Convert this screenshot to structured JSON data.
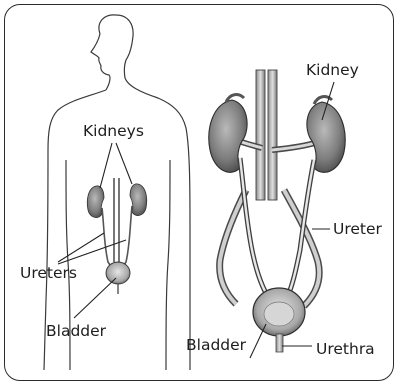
{
  "diagram": {
    "labels": {
      "kidneys": "Kidneys",
      "ureters": "Ureters",
      "bladder_left": "Bladder",
      "kidney": "Kidney",
      "ureter": "Ureter",
      "bladder_right": "Bladder",
      "urethra": "Urethra"
    }
  }
}
